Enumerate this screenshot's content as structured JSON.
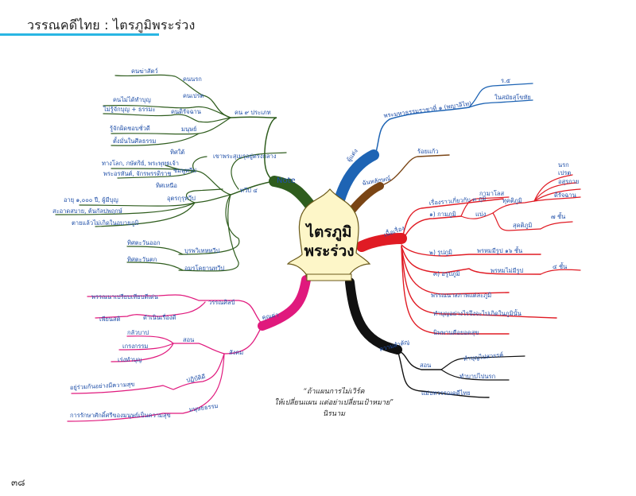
{
  "header": {
    "title": "วรรณคดีไทย : ไตรภูมิพระร่วง",
    "accent_color": "#29b6e3"
  },
  "center": {
    "line1": "ไตรภูมิ",
    "line2": "พระร่วง",
    "fill_color": "#fdf6c8"
  },
  "branches": {
    "note": {
      "color": "#2f5d1e",
      "label": "Note",
      "kon9": {
        "label": "คน ๙ ประเภท",
        "items": [
          {
            "label": "คนนรก",
            "children": [
              "คนฆ่าสัตว์"
            ]
          },
          {
            "label": "คนเปรต",
            "children": [
              "คนไม่ได้ทำบุญ"
            ]
          },
          {
            "label": "คนดิรัจฉาน",
            "children": [
              "ไม่รู้จักบุญ + ธรรมะ"
            ]
          },
          {
            "label": "มนุษย์",
            "children": [
              "รู้จักผิดชอบชั่วดี",
              "ตั้งมั่นในศีลธรรม"
            ]
          }
        ]
      },
      "thawip4": {
        "label": "ทวีป ๔",
        "items": [
          {
            "label": "เขาพระสุเมรุอยู่ตรงกลาง",
            "children": []
          },
          {
            "label": "ชมพูทวีป",
            "children": [
              "ทิศใต้",
              "ทางโลก, กษัตริย์, พระพุทธเจ้า",
              "พระอรหันต์, จักรพรรดิราช"
            ]
          },
          {
            "label": "อุตรกุรุทวีป",
            "children": [
              "ทิศเหนือ",
              "อายุ ๑,๐๐๐ ปี, ผู้มีบุญ",
              "สะอาดสบาย, ต้นกัลปพฤกษ์",
              "ตายแล้วไม่เกิดในอบายภูมิ"
            ]
          },
          {
            "label": "บุรพวิเทหทวีป",
            "children": [
              "ทิศตะวันออก"
            ]
          },
          {
            "label": "อมรโคยานทวีป",
            "children": [
              "ทิศตะวันตก"
            ]
          }
        ]
      }
    },
    "author": {
      "color": "#1e64b4",
      "label": "ผู้แต่ง",
      "items": [
        {
          "label": "พระมหาธรรมราชาที่ ๑ (พญาลิไท)",
          "children": [
            "ร.๕",
            "ในสมัยสุโขทัย"
          ]
        }
      ]
    },
    "prosody": {
      "color": "#7a4515",
      "label": "ฉันทลักษณ์",
      "items": [
        {
          "label": "ร้อยแก้ว",
          "children": []
        }
      ]
    },
    "content": {
      "color": "#e01b24",
      "label": "เนื้อเรื่อง",
      "items": [
        {
          "label": "เรื่องราวเกี่ยวกับ ๓ ภูมิ",
          "children": []
        },
        {
          "label": "๑) กามภูมิ",
          "children": [
            {
              "label": "กามาโลส",
              "children": []
            },
            {
              "label": "แบ่ง",
              "children": [
                {
                  "label": "ทุคติภูมิ",
                  "children": [
                    "นรก",
                    "เปรต",
                    "อสุรกาย",
                    "ดิรัจฉาน"
                  ]
                },
                {
                  "label": "สุคติภูมิ",
                  "children": [
                    "๗ ชั้น"
                  ]
                }
              ]
            }
          ]
        },
        {
          "label": "๒) รูปภูมิ",
          "children": [
            {
              "label": "พรหมมีรูป ๑๖ ชั้น",
              "children": []
            }
          ]
        },
        {
          "label": "๓) อรูปภูมิ",
          "children": [
            {
              "label": "พรหมไม่มีรูป",
              "children": [
                "๔ ชั้น"
              ]
            }
          ]
        },
        {
          "label": "พรรณนาสภาพแต่ละภูมิ",
          "children": []
        },
        {
          "label": "ทำบุญอย่างไรจึงจะไปเกิดในภูมินั้น",
          "children": []
        },
        {
          "label": "นิพพานคือยอดสุข",
          "children": []
        }
      ]
    },
    "importance": {
      "color": "#111111",
      "label": "ความสำคัญ",
      "items": [
        {
          "label": "สอน",
          "children": [
            "ทำบุญไปสวรรค์",
            "ทำบาปไปนรก"
          ]
        },
        {
          "label": "แม่บทวรรณคดีไทย",
          "children": []
        }
      ]
    },
    "value": {
      "color": "#e0197d",
      "label": "คุณค่า",
      "items": [
        {
          "label": "วรรณศิลป์",
          "children": [
            {
              "label": "พรรณนาเปรียบเทียบดีเด่น",
              "children": []
            },
            {
              "label": "ดำเนินเรื่องดี",
              "children": [
                "เพียนสติ"
              ]
            }
          ]
        },
        {
          "label": "สังคม",
          "children": [
            {
              "label": "สอน",
              "children": [
                "กลัวบาป",
                "เกรงกรรม",
                "เร่งทำบุญ"
              ]
            },
            {
              "label": "ปฏิบัติดี",
              "children": [
                "อยู่ร่วมกันอย่างมีความสุข"
              ]
            },
            {
              "label": "มนุษยธรรม",
              "children": [
                "การรักษาศักดิ์ศรีของมนุษย์เป็นความสุข"
              ]
            }
          ]
        }
      ]
    }
  },
  "quote": {
    "line1": "“ถ้าแผนการไม่เวิร์ค",
    "line2": "ให้เปลี่ยนแผน แต่อย่าเปลี่ยนเป้าหมาย”",
    "author": "นิรนาม"
  },
  "page_number": "๓๘"
}
